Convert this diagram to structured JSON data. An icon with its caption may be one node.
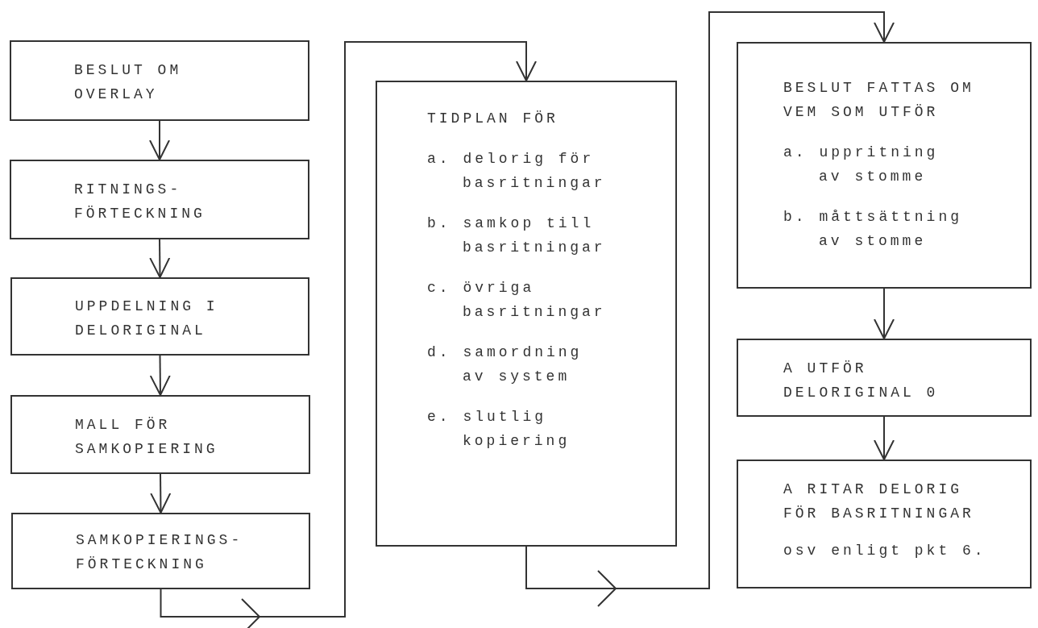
{
  "diagram": {
    "nodes": [
      {
        "text": [
          "BESLUT OM OVERLAY"
        ]
      },
      {
        "text": [
          "RITNINGS- FÖRTECKNING"
        ]
      },
      {
        "text": [
          "UPPDELNING I DELORIGINAL"
        ]
      },
      {
        "text": [
          "MALL FÖR SAMKOPIERING"
        ]
      },
      {
        "text": [
          "SAMKOPIERINGS- FÖRTECKNING"
        ]
      },
      {
        "text": [
          "TIDPLAN FÖR",
          "a. delorig för basritningar",
          "b. samkop till basritningar",
          "c. övriga basritningar",
          "d. samordning av system",
          "e. slutlig kopiering"
        ]
      },
      {
        "text": [
          "BESLUT FATTAS OM VEM SOM UTFÖR",
          "a. uppritning av stomme",
          "b. måttsättning av stomme"
        ]
      },
      {
        "text": [
          "A UTFÖR DELORIGINAL 0"
        ]
      },
      {
        "text": [
          "A RITAR DELORIG FÖR BASRITNINGAR",
          "osv enligt pkt 6."
        ]
      }
    ],
    "edges": [
      {
        "from": 0,
        "to": 1,
        "arrow": "to"
      },
      {
        "from": 1,
        "to": 2,
        "arrow": "to"
      },
      {
        "from": 2,
        "to": 3,
        "arrow": "to"
      },
      {
        "from": 3,
        "to": 4,
        "arrow": "to"
      },
      {
        "from": 4,
        "to": 5,
        "arrow": "to"
      },
      {
        "from": 5,
        "to": 6,
        "arrow": "to"
      },
      {
        "from": 6,
        "to": 7,
        "arrow": "to"
      },
      {
        "from": 7,
        "to": 8,
        "arrow": "to"
      }
    ]
  }
}
